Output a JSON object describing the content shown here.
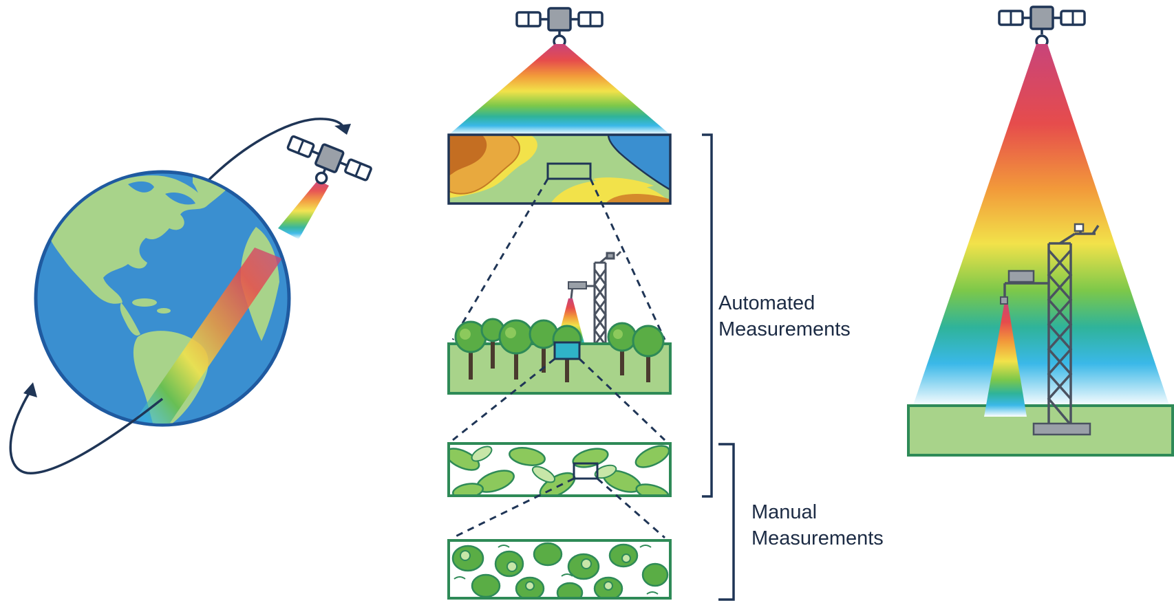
{
  "labels": {
    "automated": {
      "line1": "Automated",
      "line2": "Measurements"
    },
    "manual": {
      "line1": "Manual",
      "line2": "Measurements"
    }
  },
  "colors": {
    "navy": "#1f3556",
    "ocean": "#3a8fd0",
    "land": "#a8d38a",
    "leaf_dark": "#2f8a45",
    "leaf_light": "#8cc95c",
    "frame_green": "#2e8a57",
    "spectrum": [
      "#c8447a",
      "#e64c4c",
      "#f29a3a",
      "#f2e24a",
      "#7cc84a",
      "#2fb39a",
      "#3ab8e8",
      "#ffffff"
    ]
  },
  "icons": [
    "satellite-icon",
    "earth-globe",
    "orbit-arrow",
    "flux-tower-icon",
    "tree-icon",
    "leaf-icon",
    "cell-icon"
  ]
}
